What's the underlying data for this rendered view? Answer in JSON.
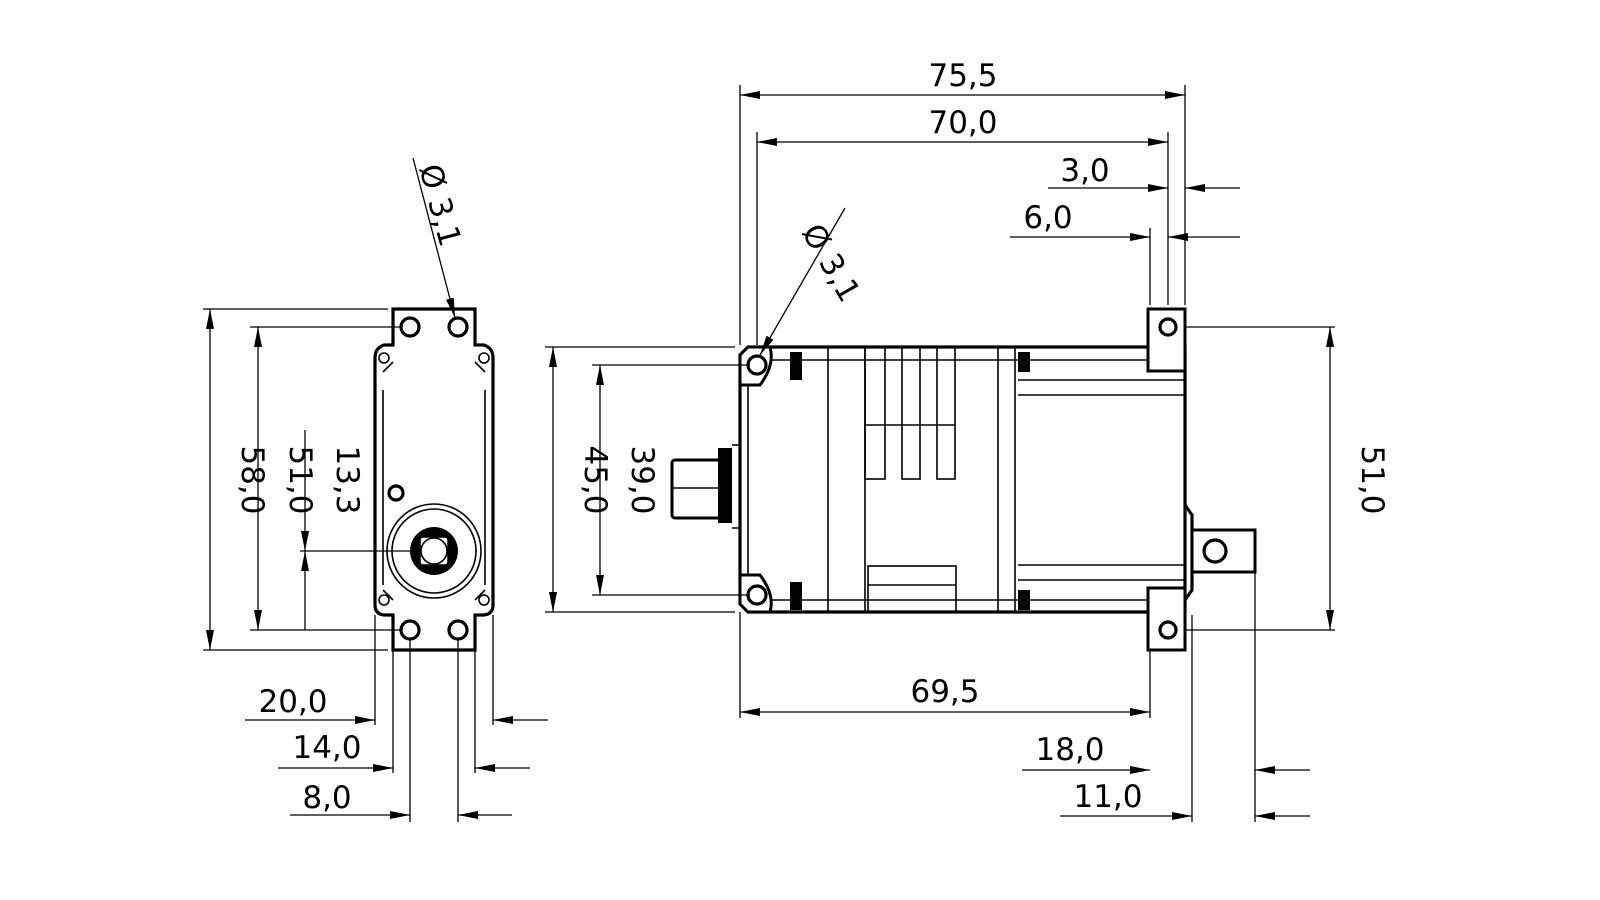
{
  "drawing": {
    "title": "Servo dimensional drawing",
    "line_color": "#000000",
    "background": "#ffffff",
    "end_view": {
      "hole_diameter": "Ø 3,1",
      "height_overall": "58,0",
      "hole_spacing_vertical": "51,0",
      "shaft_offset": "13,3",
      "width_body": "20,0",
      "width_tab": "14,0",
      "hole_spacing_horizontal": "8,0"
    },
    "side_view": {
      "length_overall": "75,5",
      "length_holes": "70,0",
      "flange_thickness": "3,0",
      "flange_offset": "6,0",
      "hole_diameter": "Ø 3,1",
      "height_body": "45,0",
      "height_holes": "39,0",
      "flange_hole_spacing": "51,0",
      "body_length": "69,5",
      "shaft_length": "18,0",
      "shaft_protrusion": "11,0"
    }
  }
}
